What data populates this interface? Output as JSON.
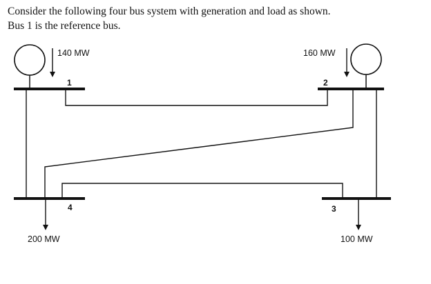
{
  "problem": {
    "line1": "Consider the following four bus system with generation and load as shown.",
    "line2": "Bus 1 is the reference bus."
  },
  "buses": {
    "b1": "1",
    "b2": "2",
    "b3": "3",
    "b4": "4"
  },
  "labels": {
    "gen1": "140 MW",
    "gen2": "160 MW",
    "load4": "200 MW",
    "load3": "100 MW"
  }
}
